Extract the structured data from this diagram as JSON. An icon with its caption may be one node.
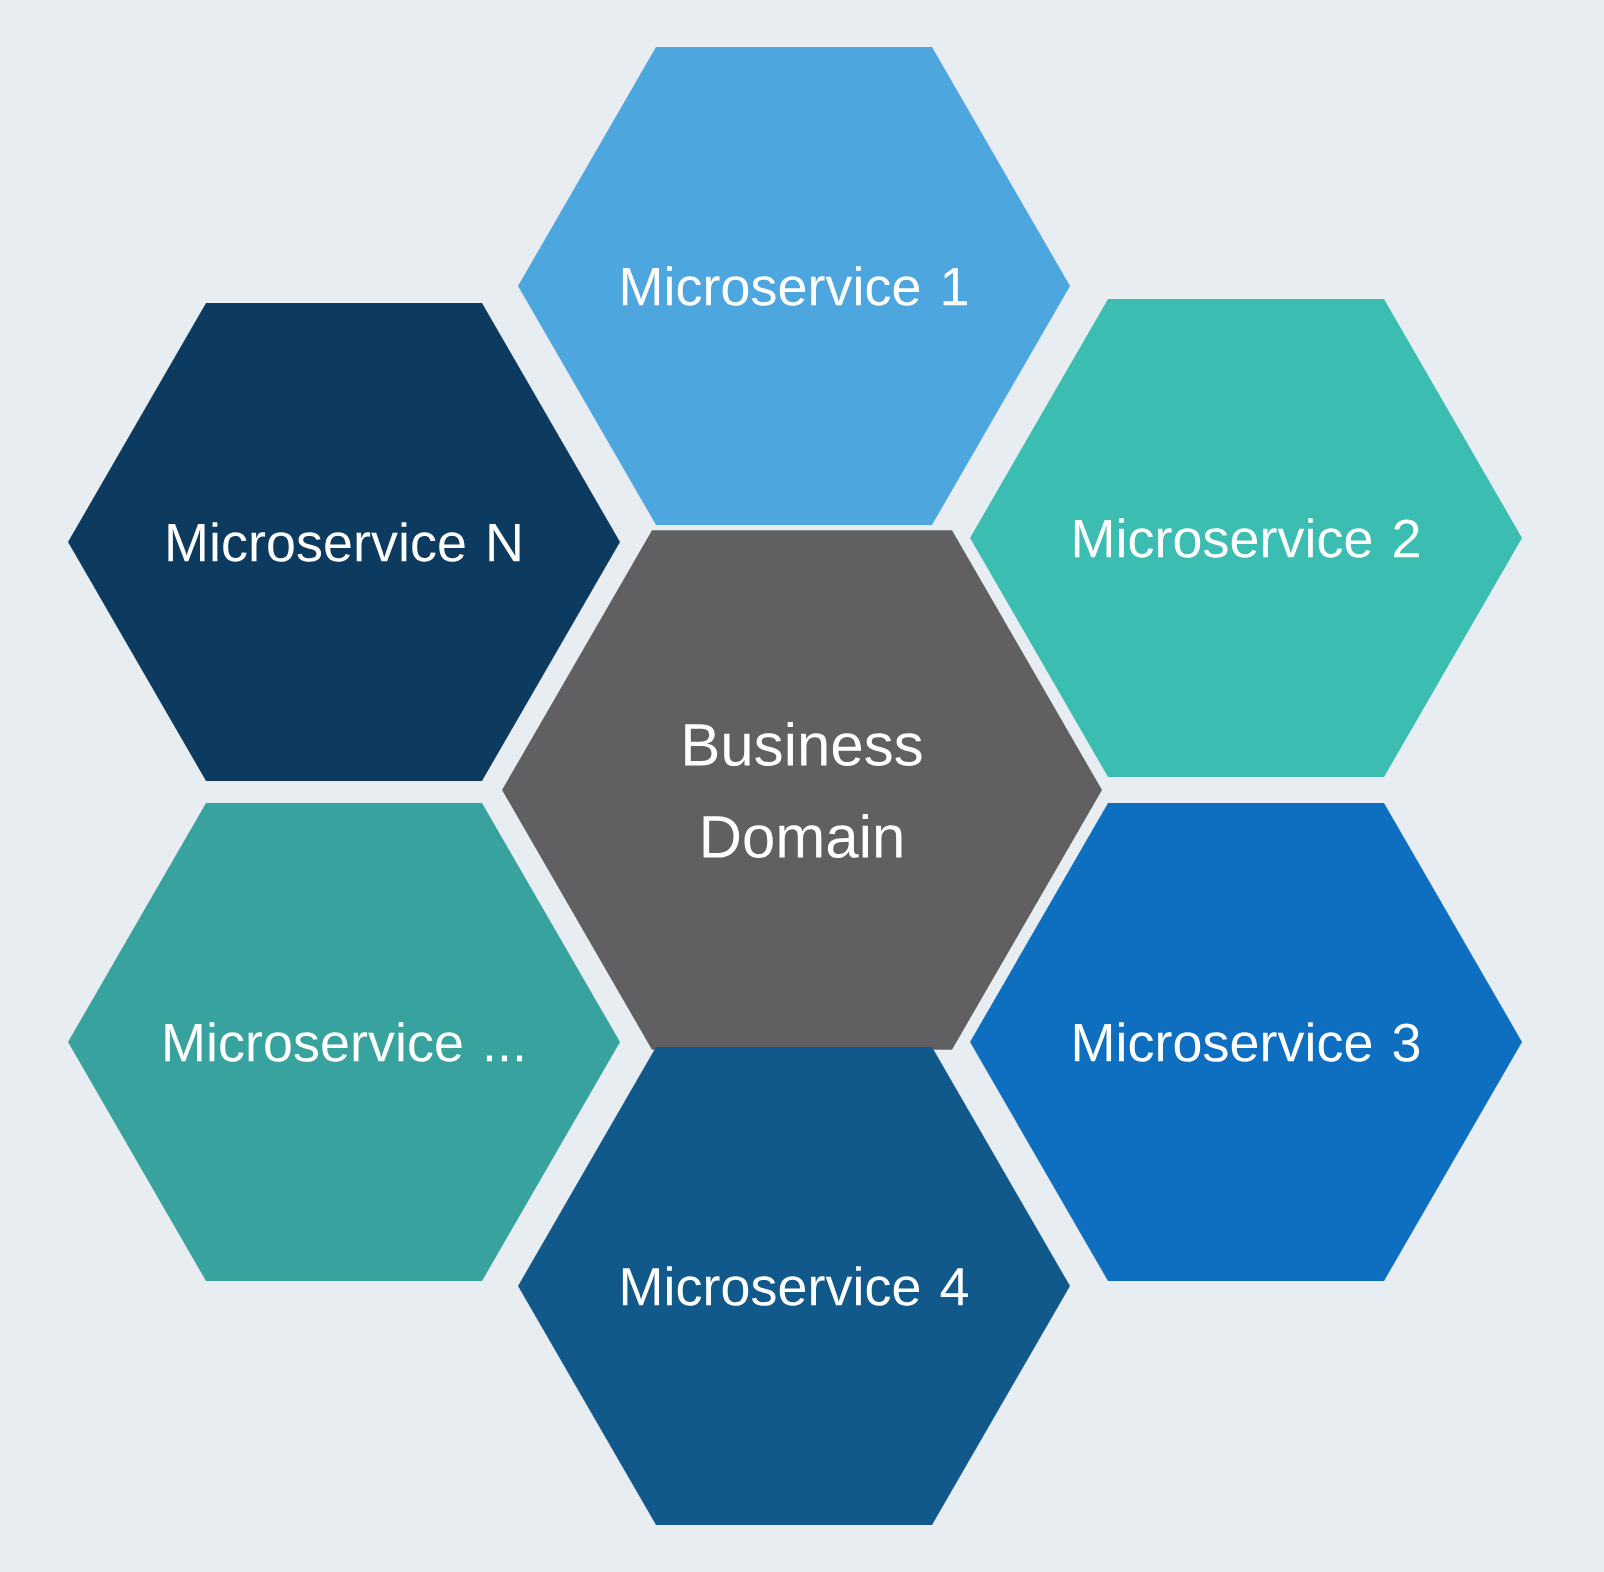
{
  "diagram": {
    "nodes": [
      {
        "text": [
          "Microservice 1"
        ]
      },
      {
        "text": [
          "Microservice N"
        ]
      },
      {
        "text": [
          "Microservice 2"
        ]
      },
      {
        "text": [
          "Business Domain"
        ]
      },
      {
        "text": [
          "Microservice ..."
        ]
      },
      {
        "text": [
          "Microservice 3"
        ]
      },
      {
        "text": [
          "Microservice 4"
        ]
      }
    ]
  }
}
